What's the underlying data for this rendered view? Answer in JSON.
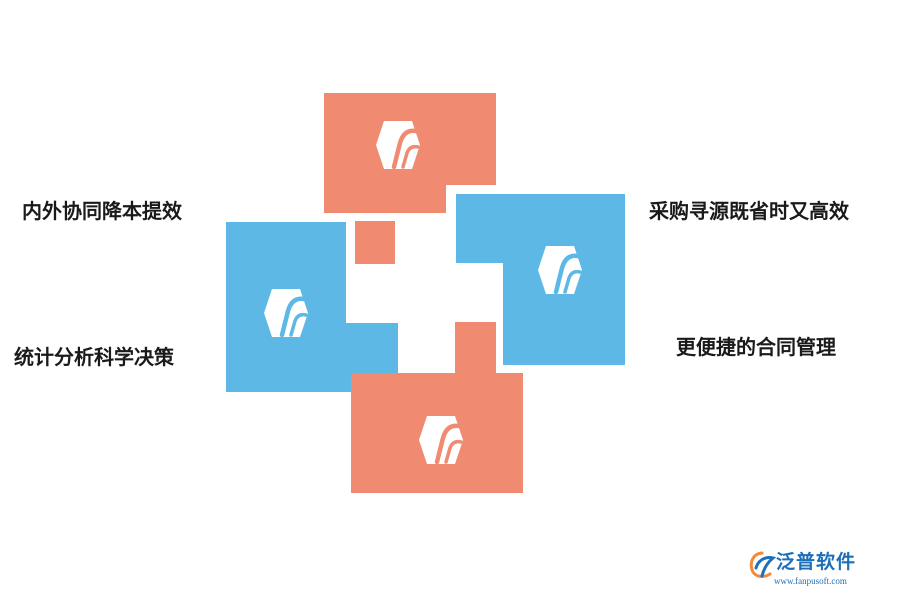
{
  "labels": {
    "top_left": "内外协同降本提效",
    "bottom_left": "统计分析科学决策",
    "top_right": "采购寻源既省时又高效",
    "bottom_right": "更便捷的合同管理"
  },
  "colors": {
    "salmon": "#f08a70",
    "blue": "#5db8e6",
    "white": "#ffffff",
    "brand_blue": "#1c6fb8",
    "brand_orange": "#f08a3c"
  },
  "icons": {
    "tile": "hexagon-leaf-icon",
    "brand": "fanpu-logo-icon"
  },
  "watermark": {
    "name": "泛普软件",
    "url": "www.fanpusoft.com"
  }
}
